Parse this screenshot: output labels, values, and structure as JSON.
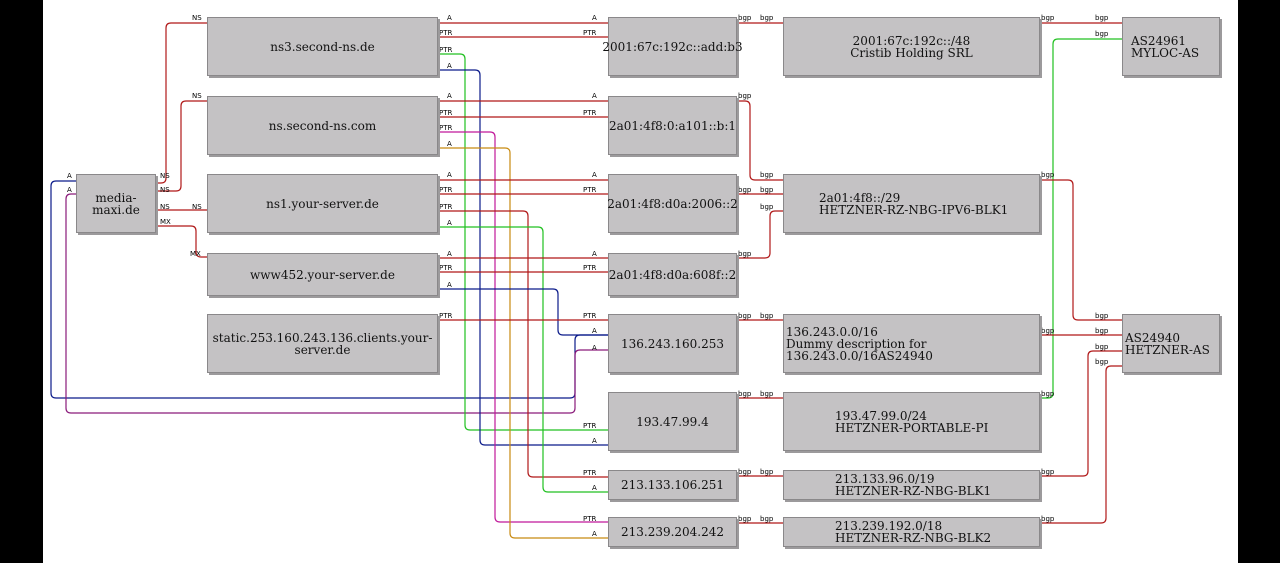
{
  "nodes": {
    "media_maxi": "media-maxi.de",
    "ns3": "ns3.second-ns.de",
    "ns": "ns.second-ns.com",
    "ns1": "ns1.your-server.de",
    "www452": "www452.your-server.de",
    "static253": "static.253.160.243.136.clients.your-server.de",
    "ip6_add_b3": "2001:67c:192c::add:b3",
    "ip6_a101": "2a01:4f8:0:a101::b:1",
    "ip6_2006": "2a01:4f8:d0a:2006::2",
    "ip6_608f": "2a01:4f8:d0a:608f::2",
    "ip_136": "136.243.160.253",
    "ip_193": "193.47.99.4",
    "ip_213_133": "213.133.106.251",
    "ip_213_239": "213.239.204.242",
    "net_2001": [
      "2001:67c:192c::/48",
      "Cristib Holding SRL"
    ],
    "net_2a01": [
      "2a01:4f8::/29",
      "HETZNER-RZ-NBG-IPV6-BLK1"
    ],
    "net_136": [
      "136.243.0.0/16",
      "Dummy description for 136.243.0.0/16AS24940"
    ],
    "net_193": [
      "193.47.99.0/24",
      "HETZNER-PORTABLE-PI"
    ],
    "net_213_133": [
      "213.133.96.0/19",
      "HETZNER-RZ-NBG-BLK1"
    ],
    "net_213_239": [
      "213.239.192.0/18",
      "HETZNER-RZ-NBG-BLK2"
    ],
    "as_24961": [
      "AS24961",
      "MYLOC-AS"
    ],
    "as_24940": [
      "AS24940",
      "HETZNER-AS"
    ]
  },
  "edge_labels": {
    "ns": "NS",
    "mx": "MX",
    "a": "A",
    "ptr": "PTR",
    "bgp": "bgp"
  },
  "colors": {
    "red": "#b01818",
    "blue": "#0a1a8a",
    "magenta": "#c0189a",
    "green": "#20c020",
    "orange": "#c88a10",
    "purple": "#8a1a7a"
  }
}
